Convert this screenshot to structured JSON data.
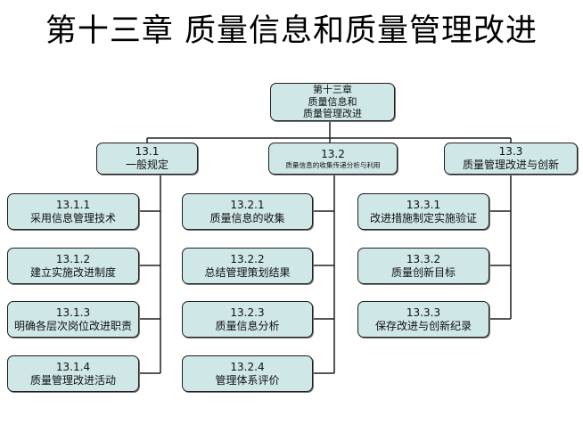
{
  "title": "第十三章  质量信息和质量管理改进",
  "root": {
    "lines": [
      "第十三章",
      "质量信息和",
      "质量管理改进"
    ]
  },
  "branches": [
    {
      "code": "13.1",
      "label": "一般规定",
      "children": [
        {
          "code": "13.1.1",
          "label": "采用信息管理技术"
        },
        {
          "code": "13.1.2",
          "label": "建立实施改进制度"
        },
        {
          "code": "13.1.3",
          "label": "明确各层次岗位改进职责"
        },
        {
          "code": "13.1.4",
          "label": "质量管理改进活动"
        }
      ]
    },
    {
      "code": "13.2",
      "label": "质量信息的收集传递分析与利用",
      "children": [
        {
          "code": "13.2.1",
          "label": "质量信息的收集"
        },
        {
          "code": "13.2.2",
          "label": "总结管理策划结果"
        },
        {
          "code": "13.2.3",
          "label": "质量信息分析"
        },
        {
          "code": "13.2.4",
          "label": "管理体系评价"
        }
      ]
    },
    {
      "code": "13.3",
      "label": "质量管理改进与创新",
      "children": [
        {
          "code": "13.3.1",
          "label": "改进措施制定实施验证"
        },
        {
          "code": "13.3.2",
          "label": "质量创新目标"
        },
        {
          "code": "13.3.3",
          "label": "保存改进与创新纪录"
        }
      ]
    }
  ]
}
